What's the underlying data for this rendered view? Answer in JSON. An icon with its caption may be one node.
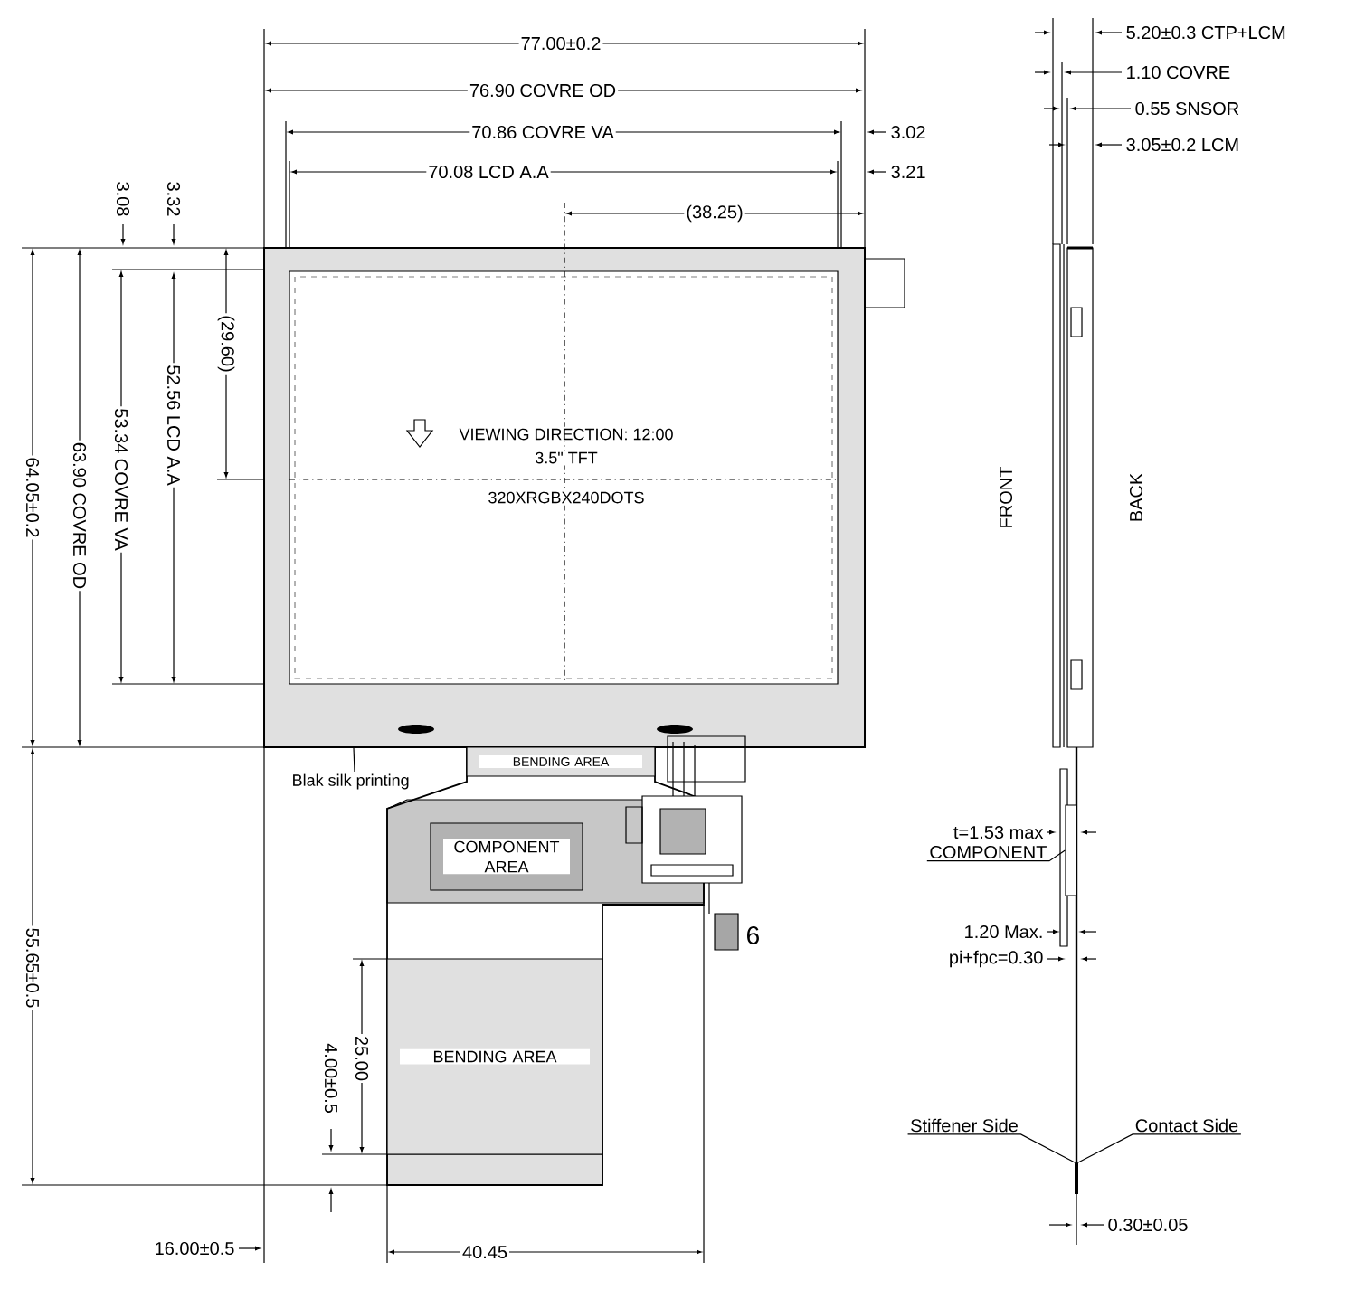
{
  "diagram": {
    "nodes": [
      {
        "text": [
          "VIEWING DIRECTION: 12:00",
          "3.5\" TFT",
          "320XRGBX240DOTS"
        ]
      },
      {
        "text": [
          "BENDING AREA"
        ]
      },
      {
        "text": [
          "COMPONENT AREA"
        ]
      },
      {
        "text": [
          "BENDING AREA"
        ]
      },
      {
        "text": [
          "Blak silk printing"
        ]
      },
      {
        "text": [
          "COMPONENT"
        ]
      },
      {
        "text": [],
        "shape": "box"
      },
      {
        "text": [
          "Stiffener Side"
        ]
      },
      {
        "text": [
          "Contact Side"
        ]
      }
    ],
    "edges": [
      {
        "from": 4,
        "to": 0,
        "arrow": "none"
      },
      {
        "from": 5,
        "to": 6,
        "arrow": "none"
      },
      {
        "from": 7,
        "to": null,
        "arrow": "none"
      },
      {
        "from": 8,
        "to": null,
        "arrow": "none"
      }
    ],
    "labels": [
      "77.00±0.2",
      "76.90 COVRE OD",
      "70.86 COVRE VA",
      "70.08 LCD A.A",
      "3.02",
      "3.21",
      "(38.25)",
      "3.08",
      "3.32",
      "(29.60)",
      "64.05±0.2",
      "63.90 COVRE OD",
      "53.34 COVRE VA",
      "52.56 LCD A.A",
      "55.65±0.5",
      "16.00±0.5",
      "25.00",
      "4.00±0.5",
      "40.45",
      "6",
      "5.20±0.3 CTP+LCM",
      "1.10 COVRE",
      "0.55 SNSOR",
      "3.05±0.2 LCM",
      "FRONT",
      "BACK",
      "t=1.53 max",
      "1.20 Max.",
      "pi+fpc=0.30",
      "0.30±0.05"
    ]
  }
}
